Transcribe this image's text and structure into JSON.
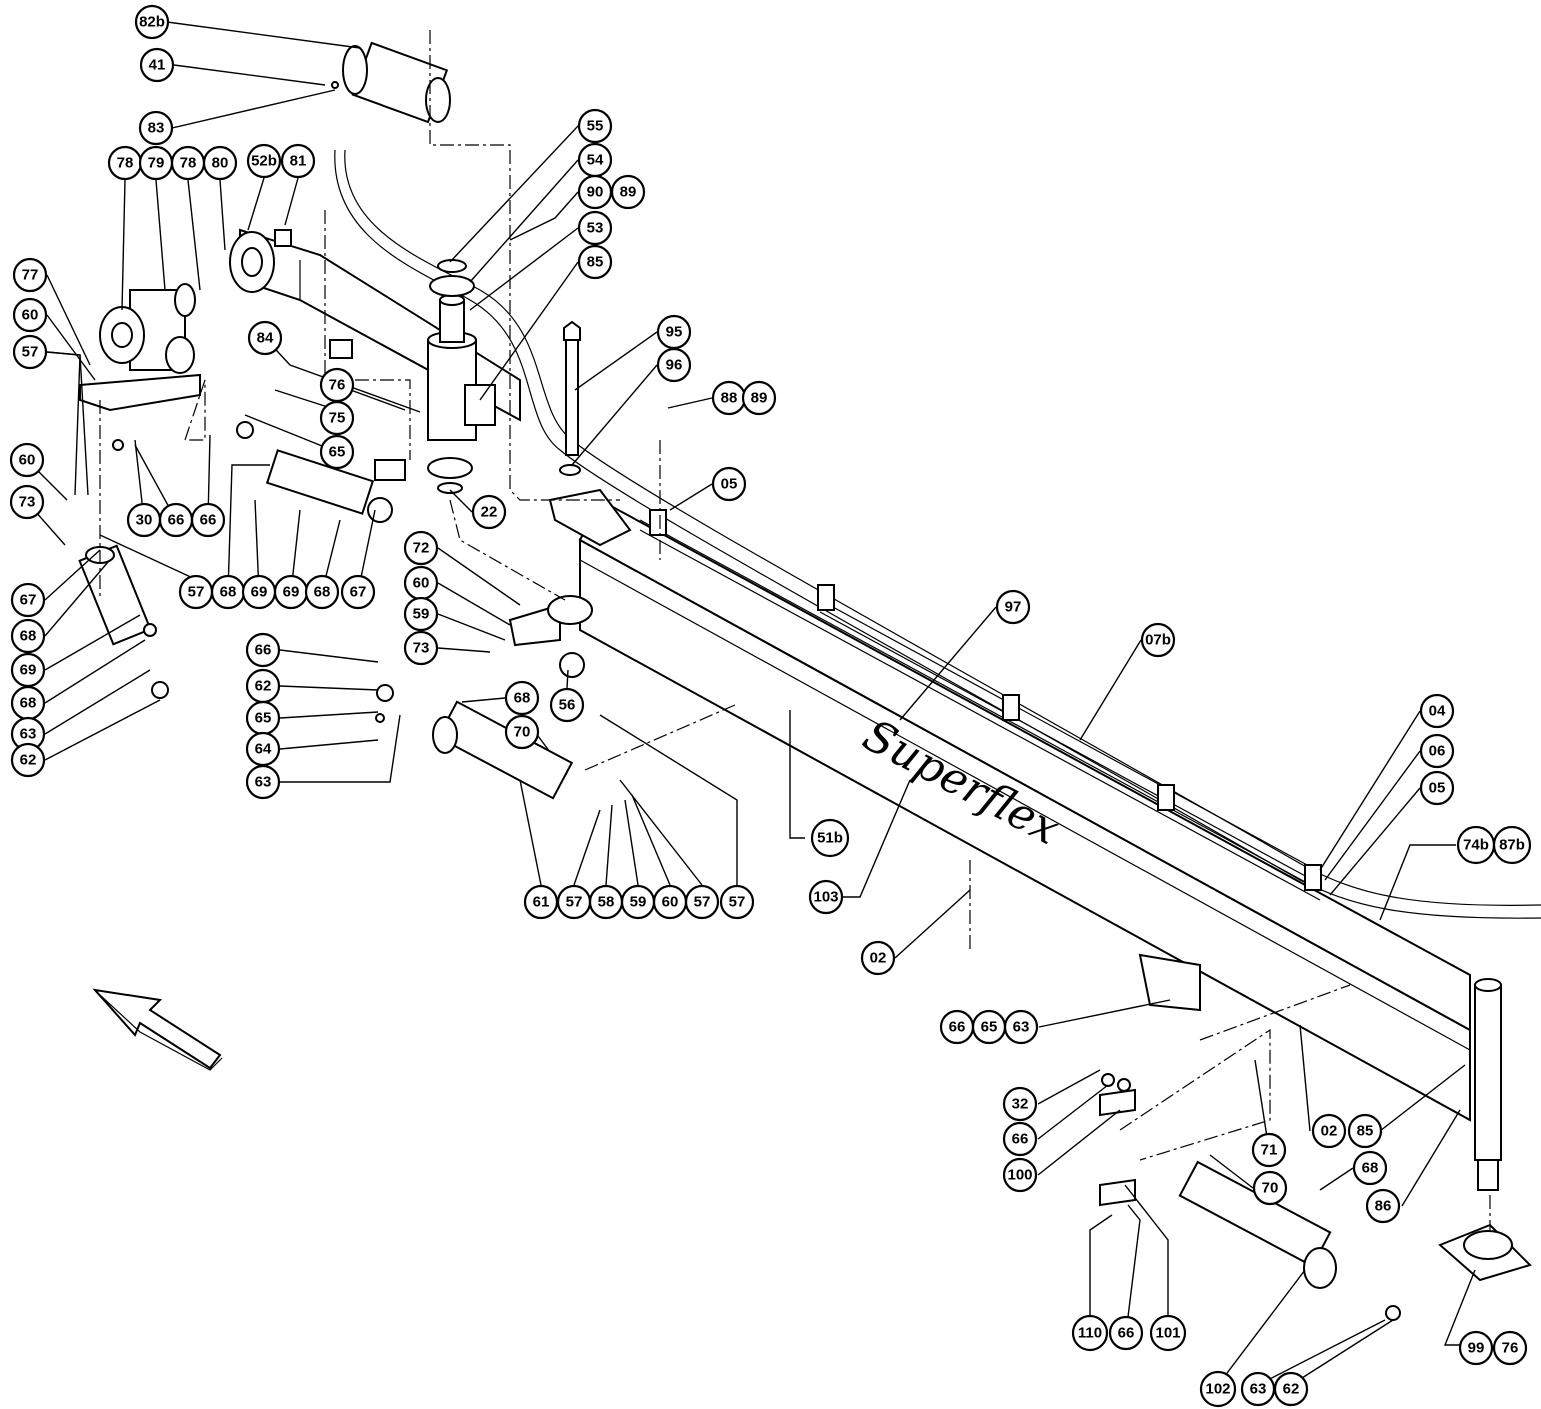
{
  "brand_text": "Superflex",
  "callouts": {
    "c82b": "82b",
    "c41": "41",
    "c83": "83",
    "c78a": "78",
    "c79": "79",
    "c78b": "78",
    "c80": "80",
    "c52b": "52b",
    "c81": "81",
    "c77": "77",
    "c60a": "60",
    "c57a": "57",
    "c84": "84",
    "c76a": "76",
    "c75": "75",
    "c65a": "65",
    "c30": "30",
    "c66a": "66",
    "c66b": "66",
    "c60b": "60",
    "c73a": "73",
    "c57b": "57",
    "c68a": "68",
    "c69a": "69",
    "c69b": "69",
    "c68b": "68",
    "c67a": "67",
    "c67b": "67",
    "c68c": "68",
    "c69c": "69",
    "c68d": "68",
    "c63a": "63",
    "c62a": "62",
    "c55": "55",
    "c54": "54",
    "c90": "90",
    "c89a": "89",
    "c53": "53",
    "c85a": "85",
    "c95": "95",
    "c96": "96",
    "c88": "88",
    "c89b": "89",
    "c05a": "05",
    "c22": "22",
    "c72": "72",
    "c60c": "60",
    "c59a": "59",
    "c73b": "73",
    "c56": "56",
    "c66c": "66",
    "c62b": "62",
    "c65b": "65",
    "c64": "64",
    "c63b": "63",
    "c68e": "68",
    "c70a": "70",
    "c97": "97",
    "c07b": "07b",
    "c51b": "51b",
    "c103": "103",
    "c61": "61",
    "c57c": "57",
    "c58": "58",
    "c59b": "59",
    "c60d": "60",
    "c57d": "57",
    "c57e": "57",
    "c04": "04",
    "c06": "06",
    "c05b": "05",
    "c74b": "74b",
    "c87b": "87b",
    "c02a": "02",
    "c66d": "66",
    "c65c": "65",
    "c63c": "63",
    "c32": "32",
    "c66e": "66",
    "c100": "100",
    "c71": "71",
    "c02b": "02",
    "c85b": "85",
    "c70b": "70",
    "c86": "86",
    "c68f": "68",
    "c110": "110",
    "c66f": "66",
    "c101": "101",
    "c102": "102",
    "c63d": "63",
    "c62c": "62",
    "c99": "99",
    "c76b": "76"
  }
}
